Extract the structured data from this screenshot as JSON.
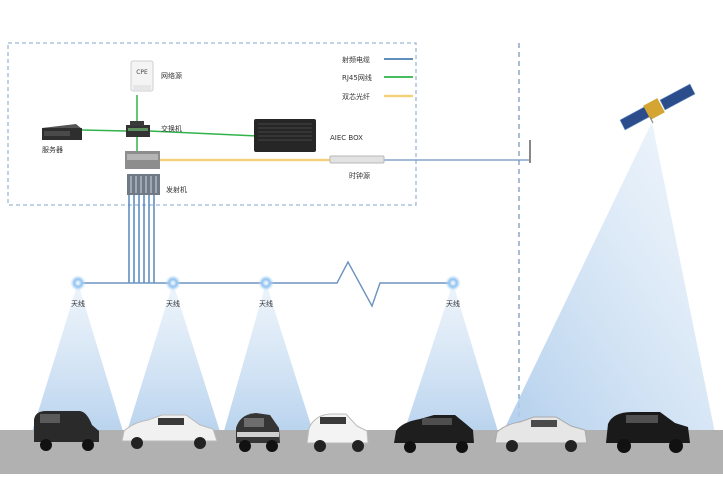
{
  "colors": {
    "rf_cable": "#4a7fb5",
    "rj45": "#2fb34a",
    "fiber": "#f5d27a",
    "frame_dash": "#9bb8d8",
    "divider_dash": "#6b93bf",
    "road": "#b1b1b1",
    "beam": "#bcd6ee"
  },
  "legend": {
    "rf_cable_label": "射频电缆",
    "rj45_label": "RJ45网线",
    "fiber_label": "双芯光纤"
  },
  "devices": {
    "cpe_label": "CPE",
    "network_source_label": "网络源",
    "server_label": "服务器",
    "switch_label": "交换机",
    "aiec_box_label": "AIEC BOX",
    "clock_source_label": "时钟源",
    "transmitter_label": "发射机"
  },
  "antennas": {
    "label": "天线",
    "count": 4
  },
  "vehicles": [
    "van",
    "sedan-white",
    "smart-car",
    "hatchback-white",
    "sedan-black",
    "sedan-silver",
    "suv-black"
  ],
  "icons": {
    "satellite": "satellite-icon",
    "antenna": "antenna-icon"
  }
}
